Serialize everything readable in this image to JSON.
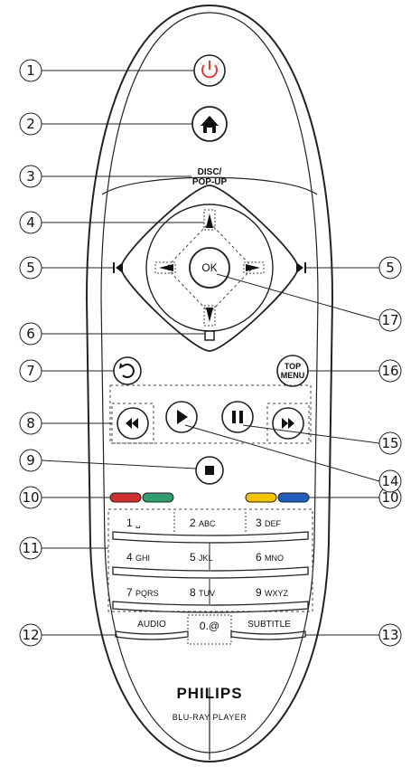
{
  "buttons": {
    "disc_popup_line1": "DISC/",
    "disc_popup_line2": "POP-UP",
    "ok": "OK",
    "top_menu_line1": "TOP",
    "top_menu_line2": "MENU",
    "audio": "AUDIO",
    "subtitle": "SUBTITLE",
    "zero": "0.@"
  },
  "numpad": [
    {
      "digit": "1",
      "letters": "␣"
    },
    {
      "digit": "2",
      "letters": "ABC"
    },
    {
      "digit": "3",
      "letters": "DEF"
    },
    {
      "digit": "4",
      "letters": "GHI"
    },
    {
      "digit": "5",
      "letters": "JKL"
    },
    {
      "digit": "6",
      "letters": "MNO"
    },
    {
      "digit": "7",
      "letters": "PQRS"
    },
    {
      "digit": "8",
      "letters": "TUV"
    },
    {
      "digit": "9",
      "letters": "WXYZ"
    }
  ],
  "brand": {
    "name": "PHILIPS",
    "product": "BLU-RAY PLAYER"
  },
  "callouts": [
    "1",
    "2",
    "3",
    "4",
    "5",
    "5",
    "6",
    "7",
    "8",
    "9",
    "10",
    "10",
    "11",
    "12",
    "13",
    "14",
    "15",
    "16",
    "17"
  ],
  "colors": {
    "power": "#e53935",
    "red": "#d32f2f",
    "green": "#2e9e6e",
    "yellow": "#f5c400",
    "blue": "#1f5fbf",
    "outline": "#222222"
  },
  "icons": [
    "power-icon",
    "home-icon",
    "up-arrow-icon",
    "down-arrow-icon",
    "left-arrow-icon",
    "right-arrow-icon",
    "prev-icon",
    "next-icon",
    "options-icon",
    "back-icon",
    "rewind-icon",
    "play-icon",
    "pause-icon",
    "forward-icon",
    "stop-icon"
  ]
}
